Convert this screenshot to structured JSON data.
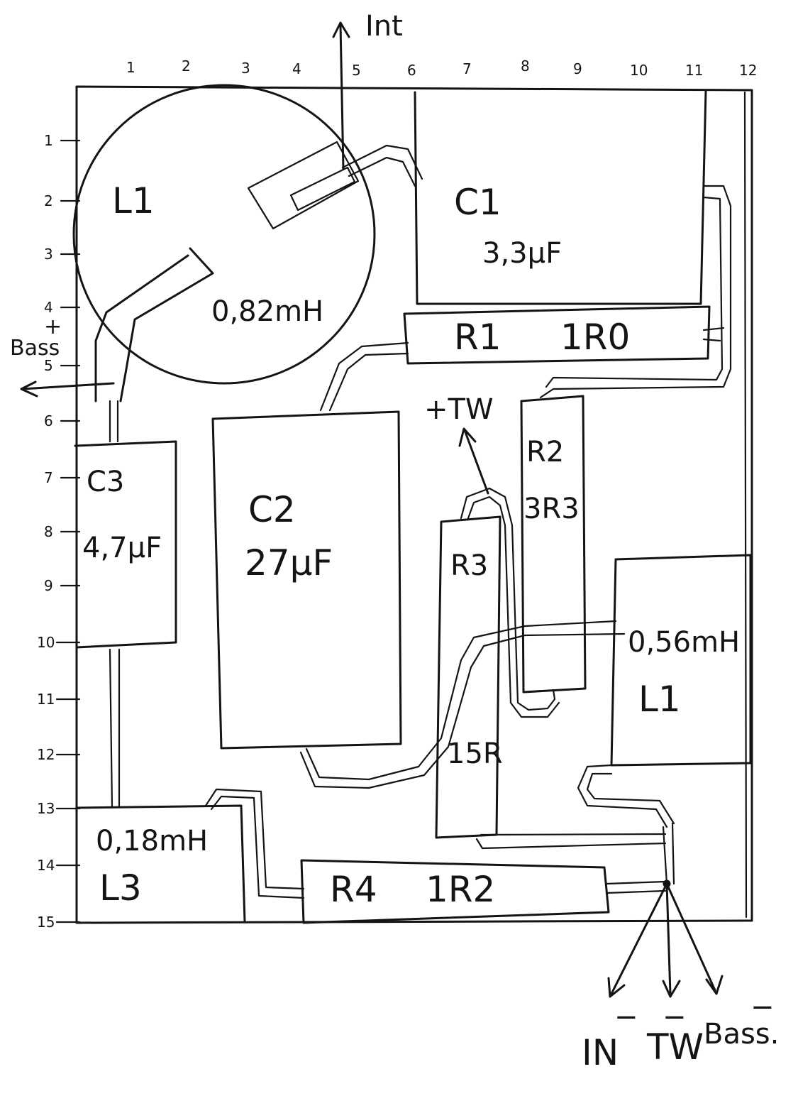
{
  "column_ticks": [
    "1",
    "2",
    "3",
    "4",
    "5",
    "6",
    "7",
    "8",
    "9",
    "10",
    "11",
    "12"
  ],
  "row_ticks": [
    "1",
    "2",
    "3",
    "4",
    "5",
    "6",
    "7",
    "8",
    "9",
    "10",
    "11",
    "12",
    "13",
    "14",
    "15"
  ],
  "arrows": {
    "int": "Int",
    "bass_plus": "Bass",
    "plus_sign": "+",
    "tw_plus": "+TW",
    "bottom": [
      "IN",
      "TW",
      "Bass."
    ],
    "minus_sign": "−"
  },
  "components": {
    "L1_air": {
      "name": "L1",
      "value": "0,82mH"
    },
    "C1": {
      "name": "C1",
      "value": "3,3μF"
    },
    "R1": {
      "name": "R1",
      "value": "1R0"
    },
    "C3": {
      "name": "C3",
      "value": "4,7μF"
    },
    "C2": {
      "name": "C2",
      "value": "27μF"
    },
    "R2": {
      "name": "R2",
      "value": "3R3"
    },
    "R3": {
      "name": "R3",
      "value": "15R"
    },
    "L1_core": {
      "name": "L1",
      "value": "0,56mH"
    },
    "L3": {
      "name": "L3",
      "value": "0,18mH"
    },
    "R4": {
      "name": "R4",
      "value": "1R2"
    }
  }
}
